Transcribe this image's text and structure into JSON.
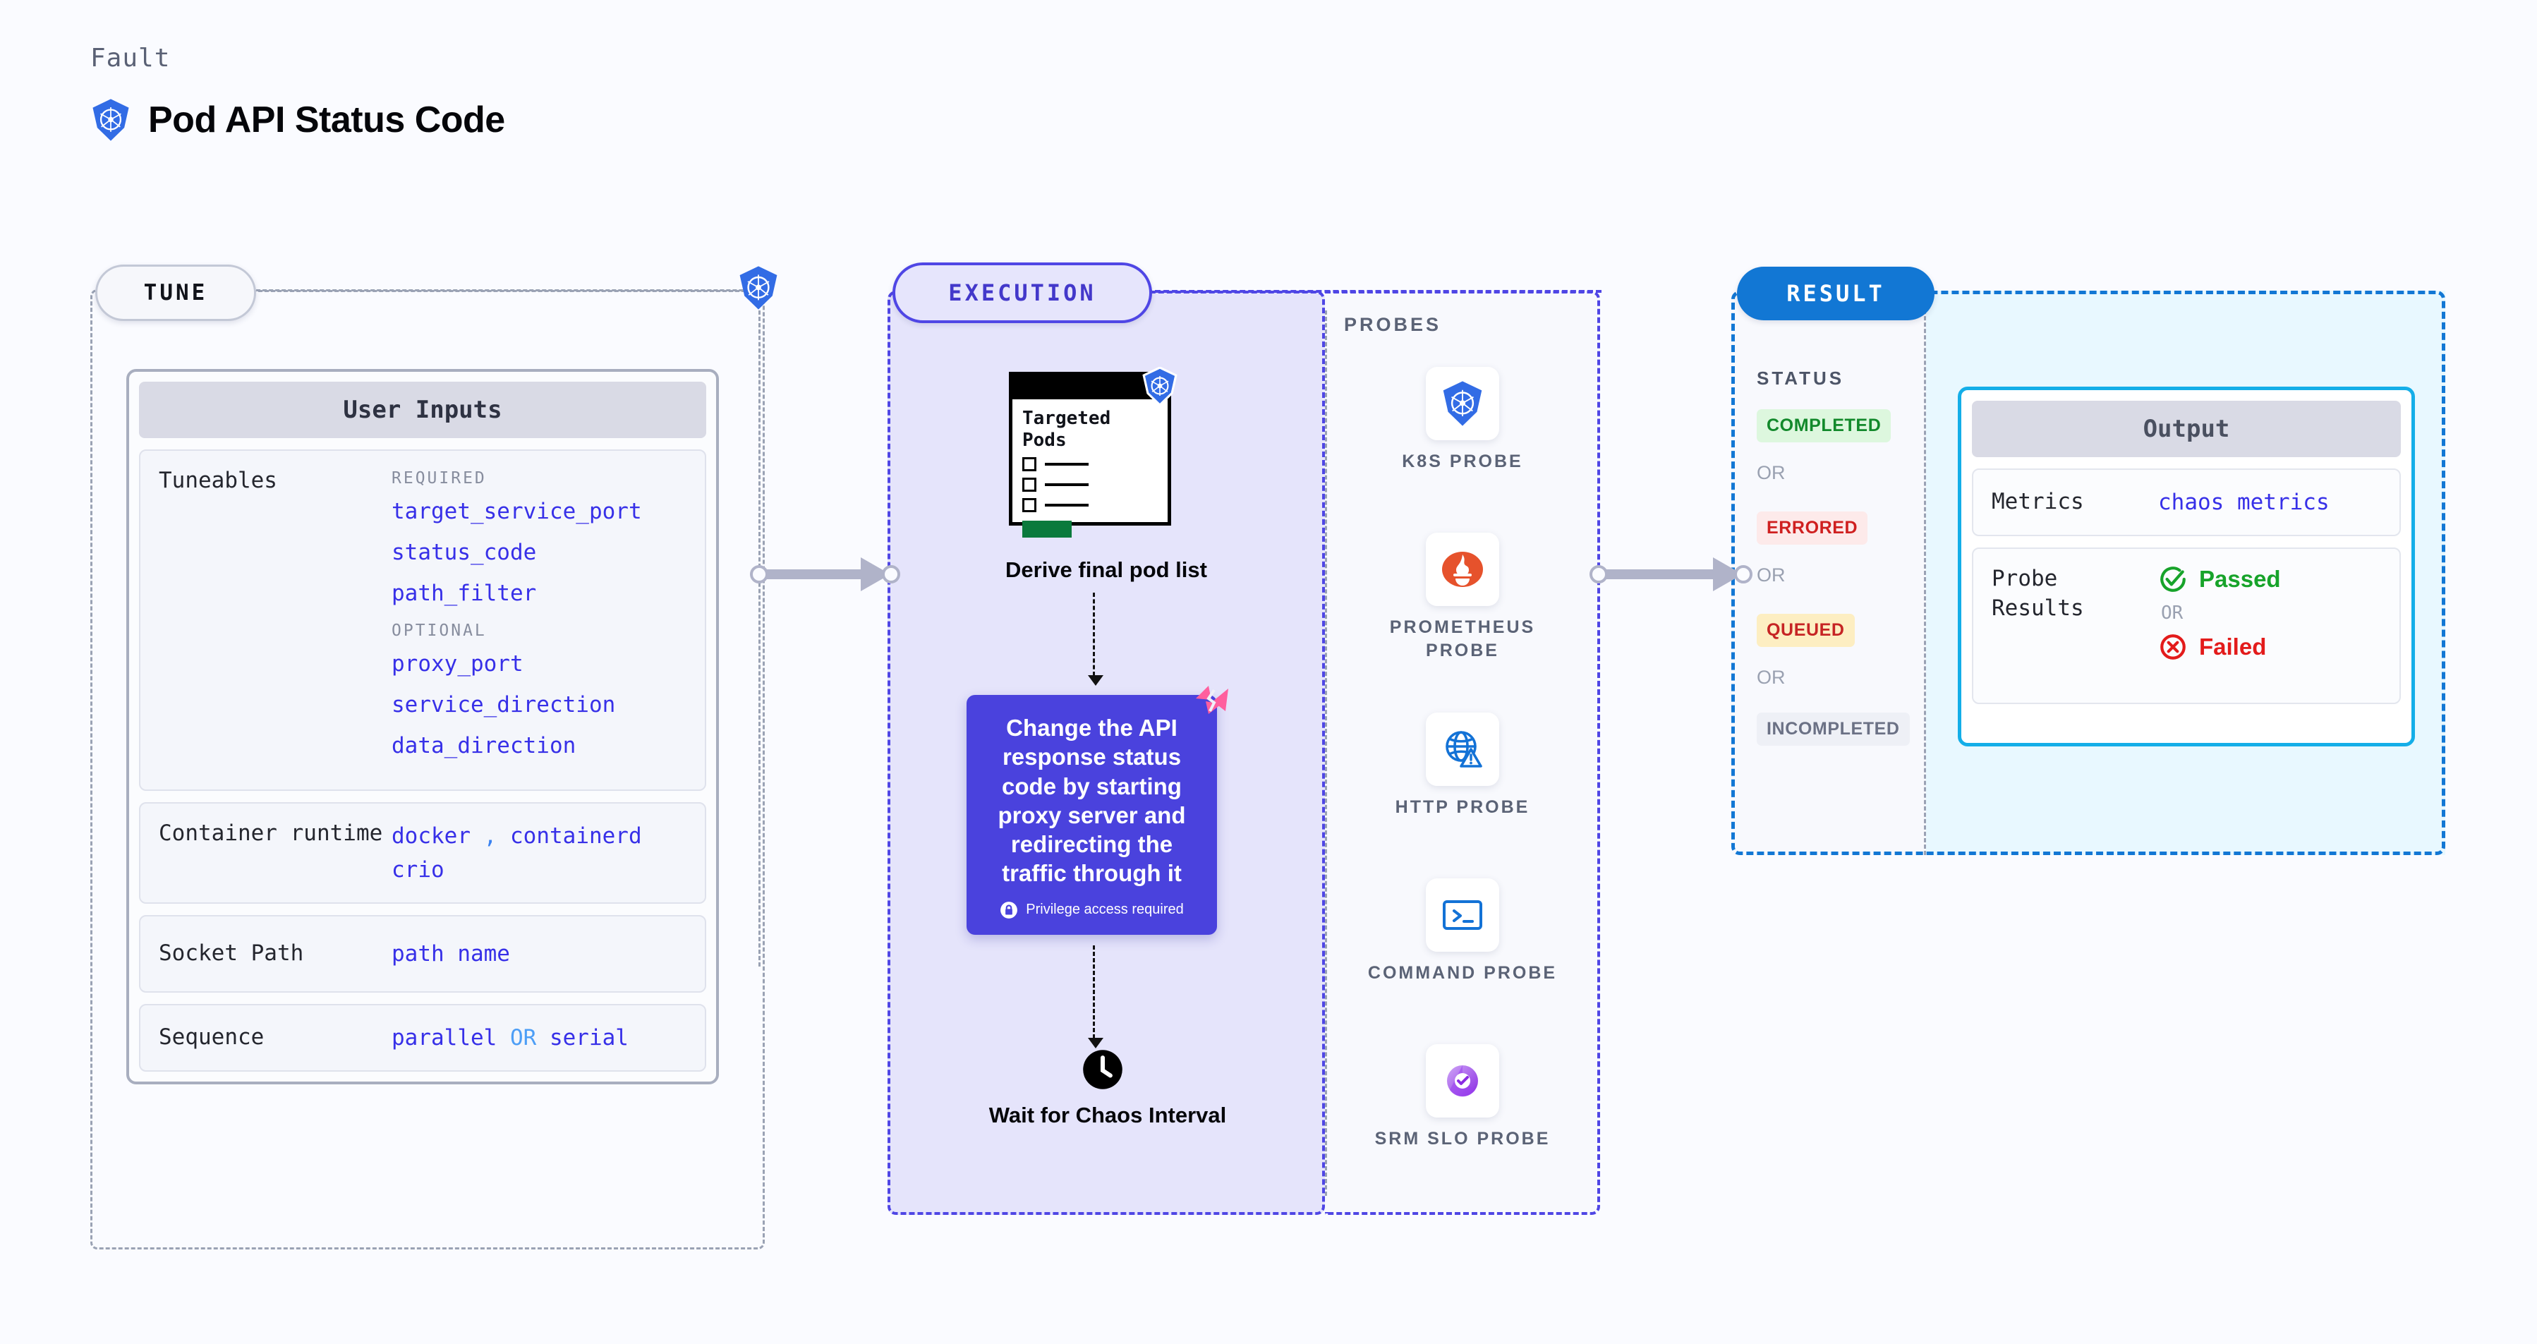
{
  "header": {
    "kicker": "Fault",
    "title": "Pod API Status Code",
    "icon": "kubernetes-icon"
  },
  "tune": {
    "tag": "TUNE",
    "icon": "kubernetes-icon",
    "card_title": "User Inputs",
    "tuneables": {
      "label": "Tuneables",
      "required_heading": "REQUIRED",
      "required": [
        "target_service_port",
        "status_code",
        "path_filter"
      ],
      "optional_heading": "OPTIONAL",
      "optional": [
        "proxy_port",
        "service_direction",
        "data_direction"
      ]
    },
    "container_runtime": {
      "label": "Container runtime",
      "values": [
        "docker",
        "containerd",
        "crio"
      ],
      "separator": ","
    },
    "socket_path": {
      "label": "Socket Path",
      "value": "path name"
    },
    "sequence": {
      "label": "Sequence",
      "value_a": "parallel",
      "or": "OR",
      "value_b": "serial"
    }
  },
  "execution": {
    "tag": "EXECUTION",
    "pods_card": {
      "title": "Targeted Pods",
      "icon": "kubernetes-icon"
    },
    "derive_label": "Derive final pod list",
    "action": {
      "text": "Change the API response status code by starting proxy server and redirecting the traffic through it",
      "privilege_note": "Privilege access required",
      "privilege_icon": "lock-icon",
      "badge_icon": "chaos-logo-icon",
      "color": "#4a42dd"
    },
    "wait": {
      "icon": "clock-icon",
      "label": "Wait for Chaos Interval"
    }
  },
  "probes": {
    "heading": "PROBES",
    "items": [
      {
        "name": "K8S PROBE",
        "icon": "kubernetes-icon"
      },
      {
        "name": "PROMETHEUS PROBE",
        "icon": "prometheus-icon"
      },
      {
        "name": "HTTP PROBE",
        "icon": "globe-warning-icon"
      },
      {
        "name": "COMMAND PROBE",
        "icon": "terminal-icon"
      },
      {
        "name": "SRM SLO PROBE",
        "icon": "srm-slo-icon"
      }
    ]
  },
  "result": {
    "tag": "RESULT",
    "status_heading": "STATUS",
    "or_label": "OR",
    "statuses": [
      {
        "label": "COMPLETED",
        "bg": "#ddf7de",
        "fg": "#12892b"
      },
      {
        "label": "ERRORED",
        "bg": "#fdeaea",
        "fg": "#cf2020"
      },
      {
        "label": "QUEUED",
        "bg": "#fdeec2",
        "fg": "#c62424"
      },
      {
        "label": "INCOMPLETED",
        "bg": "#eef0f6",
        "fg": "#6b7185"
      }
    ],
    "output": {
      "title": "Output",
      "metrics_label": "Metrics",
      "metrics_value": "chaos metrics",
      "probe_results_label": "Probe Results",
      "passed_label": "Passed",
      "passed_icon": "check-circle-icon",
      "passed_color": "#17a32a",
      "or_label": "OR",
      "failed_label": "Failed",
      "failed_icon": "x-circle-icon",
      "failed_color": "#e31b1b"
    }
  }
}
